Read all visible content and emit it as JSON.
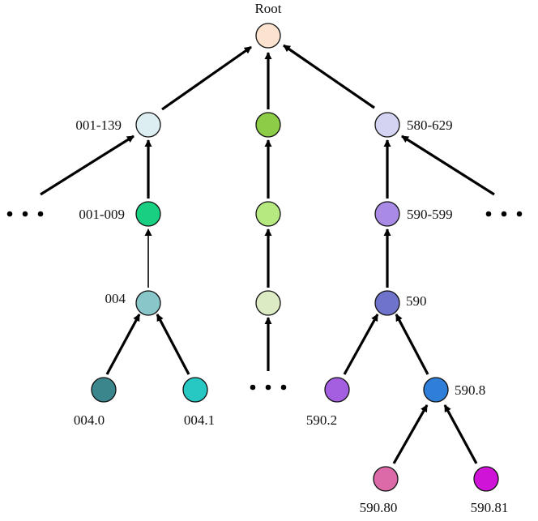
{
  "labels": {
    "root": "Root",
    "range_001_139": "001-139",
    "range_580_629": "580-629",
    "range_001_009": "001-009",
    "range_590_599": "590-599",
    "code_004": "004",
    "code_590": "590",
    "code_590_8": "590.8",
    "code_004_0": "004.0",
    "code_004_1": "004.1",
    "code_590_2": "590.2",
    "code_590_80": "590.80",
    "code_590_81": "590.81"
  },
  "node_colors": {
    "root": "#fbe3d0",
    "range_001_139": "#ddeef2",
    "middle_l1": "#8ccc46",
    "range_580_629": "#d4d4f2",
    "range_001_009": "#19cf82",
    "middle_l2": "#b6ea80",
    "range_590_599": "#a98ae5",
    "code_004": "#88c6ca",
    "middle_l3": "#dcebc4",
    "code_590": "#6f73cc",
    "code_004_0": "#3b858d",
    "code_004_1": "#27c7c4",
    "code_590_2": "#a45ee0",
    "code_590_8": "#2f7ed8",
    "code_590_80": "#dc6aa8",
    "code_590_81": "#cf14d8"
  },
  "ellipsis": "• • •"
}
